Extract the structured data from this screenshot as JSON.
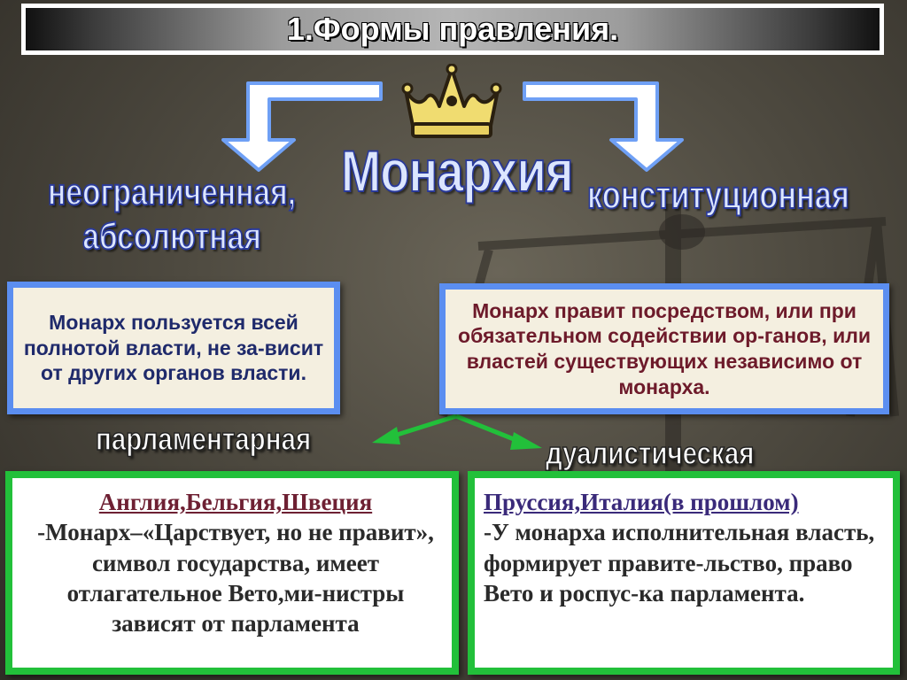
{
  "title": "1.Формы правления.",
  "center_label": "Монархия",
  "left_type": {
    "line1": "неограниченная,",
    "line2": "абсолютная"
  },
  "right_type": "конституционная",
  "left_definition": "Монарх пользуется всей полнотой власти, не за-висит от других органов власти.",
  "right_definition": "Монарх правит посредством, или при обязательном содействии ор-ганов, или властей существующих независимо от монарха.",
  "sub_left_label": "парламентарная",
  "sub_right_label": "дуалистическая",
  "parliamentary": {
    "countries": "Англия,Бельгия,Швеция",
    "description": "-Монарх–«Царствует, но не правит», символ государства, имеет отлагательное Вето,ми-нистры зависят от парламента"
  },
  "dualistic": {
    "countries": "Пруссия,Италия(в прошлом)",
    "description": "-У монарха исполнительная власть, формирует правите-льство, право Вето и роспус-ка парламента."
  },
  "colors": {
    "definition_border": "#5b8ef0",
    "info_border": "#22c03a",
    "green_arrows": "#22c03a",
    "hollow_arrows_fill": "#ffffff",
    "hollow_arrows_stroke": "#6fa0f5"
  },
  "icons": [
    "crown-icon",
    "scales-background",
    "left-arrow-icon",
    "right-arrow-icon",
    "split-arrow-icon"
  ]
}
